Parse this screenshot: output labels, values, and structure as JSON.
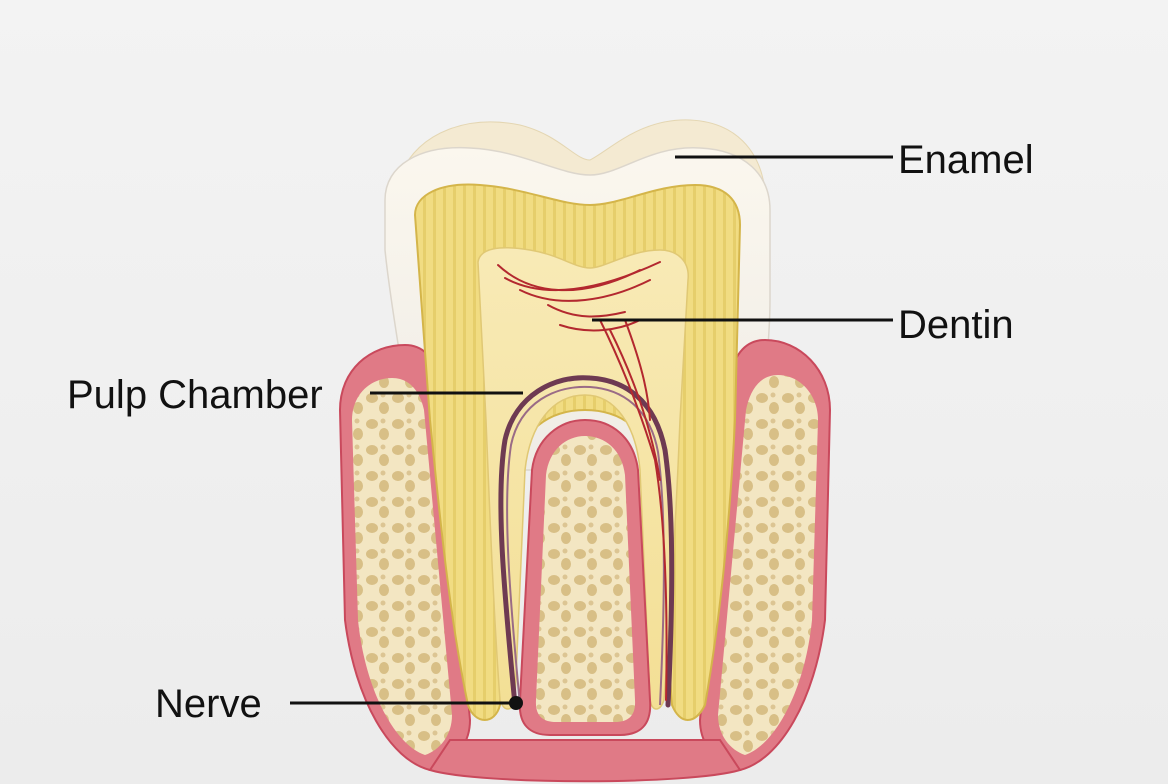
{
  "labels": {
    "enamel": "Enamel",
    "dentin": "Dentin",
    "pulp_chamber": "Pulp Chamber",
    "nerve": "Nerve"
  },
  "colors": {
    "background": "#efefef",
    "enamel": "#f4f2ec",
    "dentin": "#f1dc82",
    "dentin_stripe": "#d9bc4a",
    "pulp": "#f7e9ae",
    "gum": "#e07a86",
    "gum_dark": "#c9495c",
    "bone": "#f3e6c2",
    "bone_pore": "#d8c08a",
    "nerve": "#6e3a52",
    "vessel": "#b3282f",
    "leader": "#111111"
  }
}
